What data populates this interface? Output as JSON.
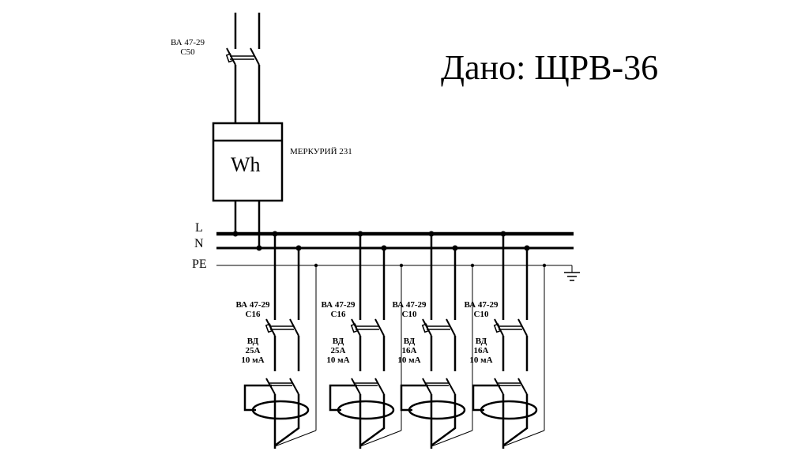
{
  "title": "Дано: ЩРВ-36",
  "main_breaker": {
    "model": "ВА 47-29",
    "rating": "С50"
  },
  "meter": {
    "symbol": "Wh",
    "model": "МЕРКУРИЙ 231"
  },
  "buses": {
    "L": "L",
    "N": "N",
    "PE": "PE"
  },
  "branches": [
    {
      "breaker_model": "ВА 47-29",
      "breaker_rating": "С16",
      "rcd_label": "ВД",
      "rcd_current": "25А",
      "rcd_leak": "10 мА"
    },
    {
      "breaker_model": "ВА 47-29",
      "breaker_rating": "С16",
      "rcd_label": "ВД",
      "rcd_current": "25А",
      "rcd_leak": "10 мА"
    },
    {
      "breaker_model": "ВА 47-29",
      "breaker_rating": "С10",
      "rcd_label": "ВД",
      "rcd_current": "16А",
      "rcd_leak": "10 мА"
    },
    {
      "breaker_model": "ВА 47-29",
      "breaker_rating": "С10",
      "rcd_label": "ВД",
      "rcd_current": "16А",
      "rcd_leak": "10 мА"
    }
  ],
  "colors": {
    "line": "#000000",
    "background": "#ffffff"
  }
}
